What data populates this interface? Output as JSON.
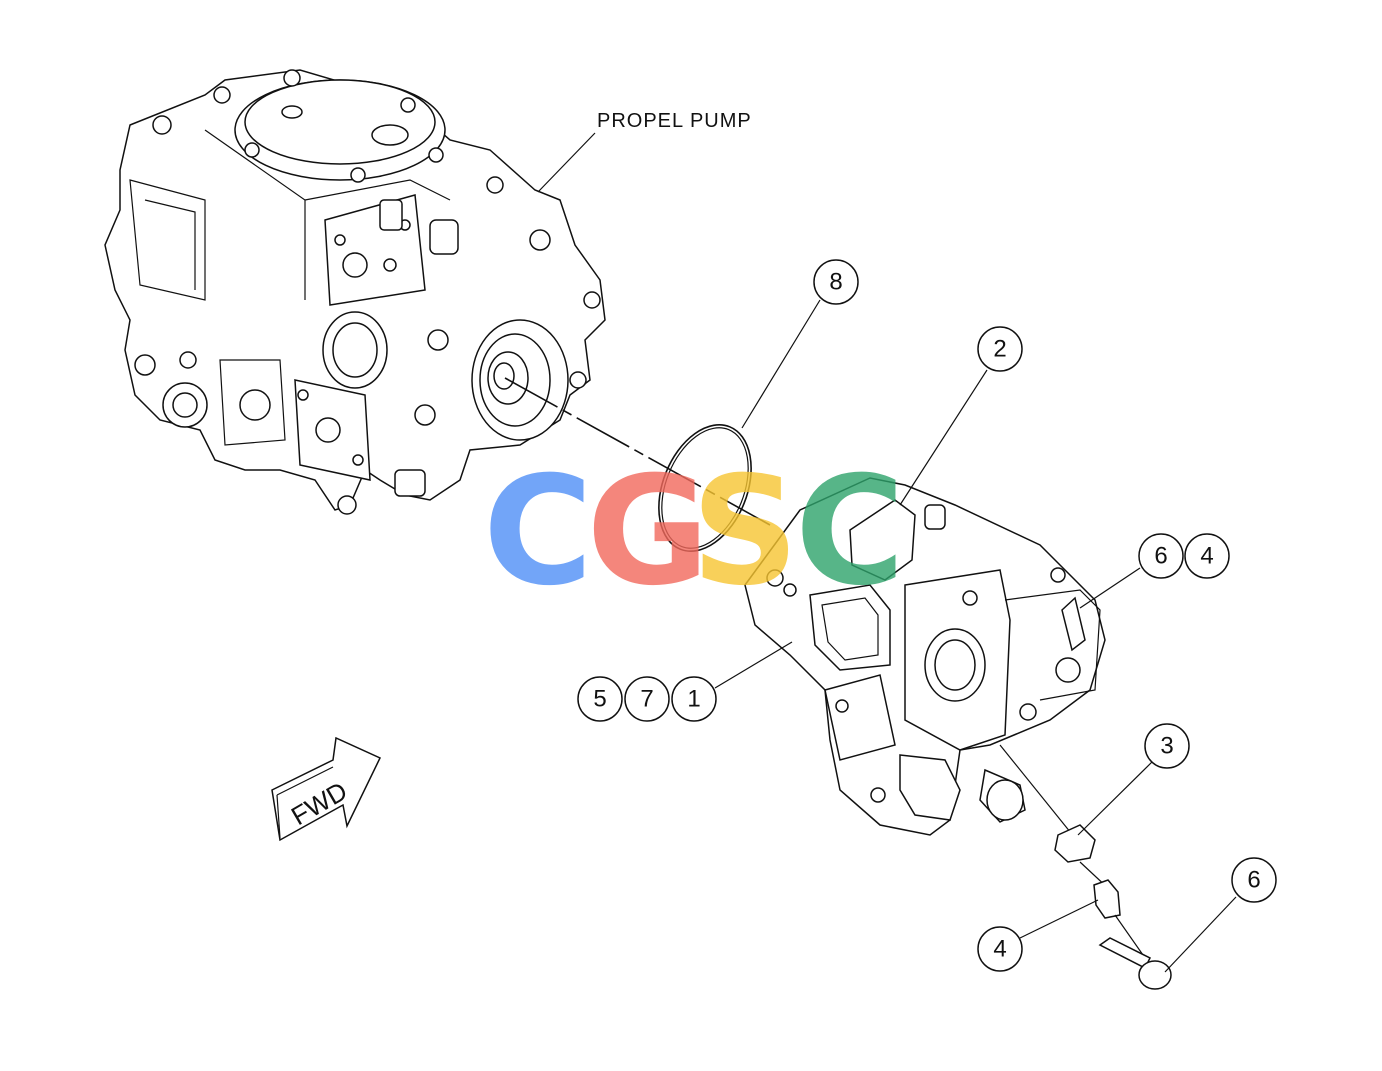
{
  "labels": {
    "propel_pump": "PROPEL PUMP",
    "fwd": "FWD"
  },
  "callouts": {
    "c8": "8",
    "c2": "2",
    "c6a": "6",
    "c4a": "4",
    "c5": "5",
    "c7": "7",
    "c1": "1",
    "c3": "3",
    "c4b": "4",
    "c6b": "6"
  },
  "watermark": {
    "letters": [
      "C",
      "G",
      "S",
      "C"
    ],
    "colors": [
      "#4f8ff7",
      "#f2695c",
      "#f7c531",
      "#2ea36b"
    ]
  }
}
